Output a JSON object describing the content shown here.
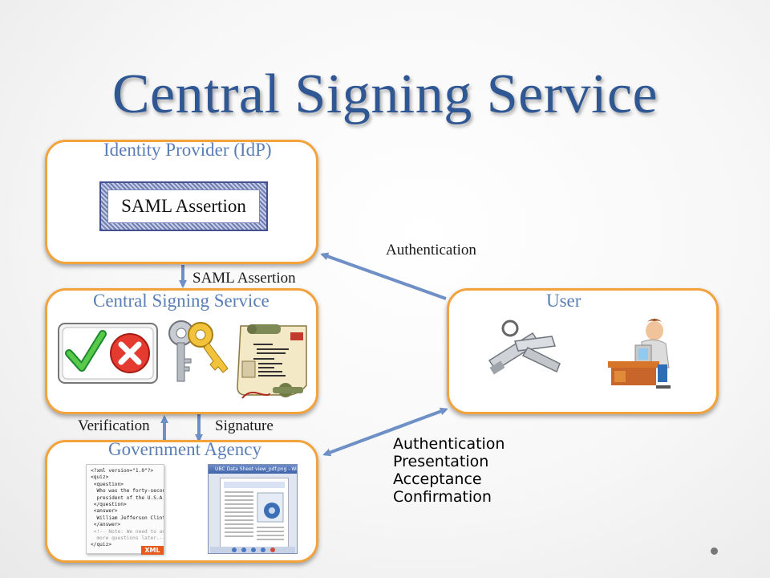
{
  "title": "Central Signing Service",
  "idp": {
    "label": "Identity Provider (IdP)",
    "certificate_text": "SAML Assertion"
  },
  "css_box": {
    "label": "Central Signing Service",
    "assertion_label": "SAML Assertion"
  },
  "user_box": {
    "label": "User"
  },
  "gov_box": {
    "label": "Government Agency"
  },
  "arrows": {
    "authentication_top": "Authentication",
    "verification": "Verification",
    "signature": "Signature"
  },
  "gov_steps": [
    "Authentication",
    "Presentation",
    "Acceptance",
    "Confirmation"
  ],
  "xml_snippet": {
    "lines": [
      "<?xml version=\"1.0\"?>",
      "<quiz>",
      " <question>",
      "  Who was the forty-second",
      "  president of the U.S.A.?",
      " </question>",
      " <answer>",
      "  William Jefferson Clinton",
      " </answer>",
      " <!-- Note: We need to add",
      "  more questions later.-->",
      "</quiz>"
    ],
    "badge": "XML"
  },
  "window_title": "UBC Data Sheet view_pdf.png - Windows Picture ...",
  "colors": {
    "title": "#2f5793",
    "box_border": "#f2a33c",
    "box_label": "#5a7fb6",
    "arrow": "#6f8fc7"
  }
}
